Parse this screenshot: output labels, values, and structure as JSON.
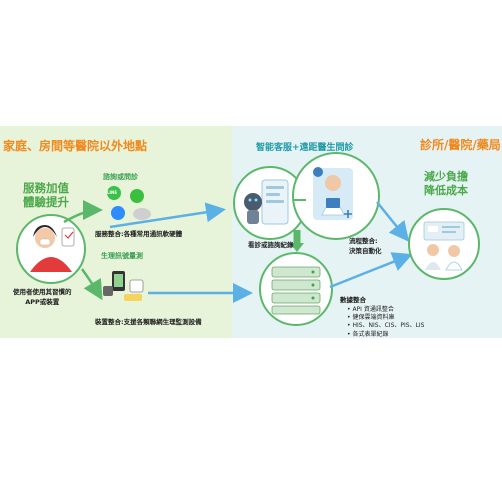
{
  "sections": {
    "left_title": "家庭、房間等醫院以外地點",
    "middle_title": "智能客服+遠距醫生問診",
    "right_title": "診所/醫院/藥局"
  },
  "left": {
    "value_add": [
      "服務加值",
      "體驗提升"
    ],
    "consult_label": "諮詢或問診",
    "vitals_label": "生理訊號量測",
    "service_integration": "服務整合:各種常用通訊軟硬體",
    "user_caption": [
      "使用者使用其習慣的",
      "APP或裝置"
    ],
    "device_integration": "裝置整合:支援各類聯網生理監測設備",
    "line_badge": "LINE"
  },
  "middle": {
    "record_caption": "看診或諮詢紀錄",
    "workflow": [
      "流程整合:",
      "決策自動化"
    ],
    "data_integration_title": "數據整合",
    "data_items": [
      "API 資通訊整合",
      "健保雲端資料庫",
      "HIS、NIS、CIS、PIS、LIS",
      "各式表單紀錄"
    ]
  },
  "right": {
    "benefit": [
      "減少負擔",
      "降低成本"
    ]
  },
  "colors": {
    "orange": "#f08a1e",
    "green": "#4aa84a",
    "teal": "#1f9aa7",
    "arrow_blue": "#5bb0e6",
    "arrow_green": "#5bb86a"
  }
}
